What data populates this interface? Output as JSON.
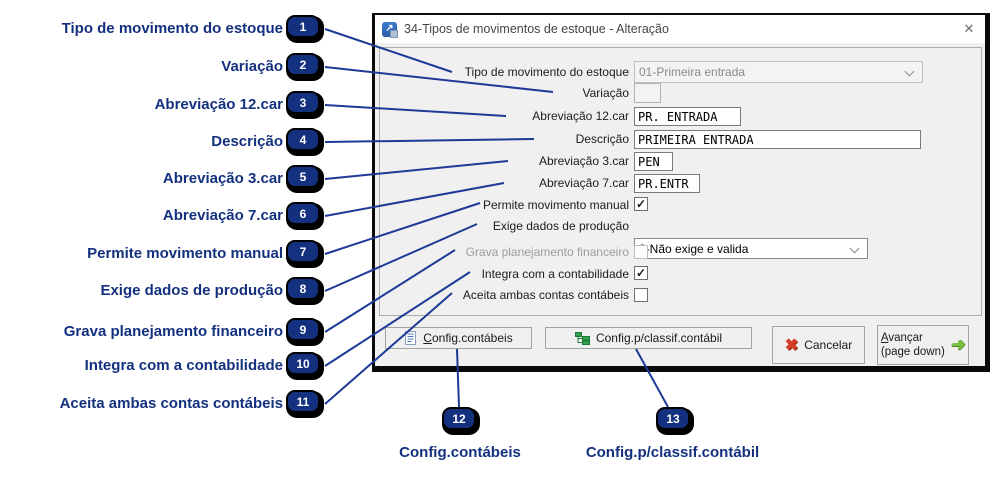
{
  "window": {
    "title": "34-Tipos de movimentos de estoque - Alteração",
    "icons": {
      "close": "✕",
      "titlebar_arrow": "↗"
    }
  },
  "form": {
    "rows": {
      "tipo": {
        "label": "Tipo de movimento do estoque",
        "value": "01-Primeira entrada"
      },
      "variacao": {
        "label": "Variação",
        "value": ""
      },
      "abrev12": {
        "label": "Abreviação 12.car",
        "value": "PR. ENTRADA"
      },
      "descricao": {
        "label": "Descrição",
        "value": "PRIMEIRA ENTRADA"
      },
      "abrev3": {
        "label": "Abreviação 3.car",
        "value": "PEN"
      },
      "abrev7": {
        "label": "Abreviação 7.car",
        "value": "PR.ENTR"
      },
      "permite": {
        "label": "Permite movimento manual",
        "check": "✓"
      },
      "exige": {
        "label": "Exige dados de produção",
        "value": "2-Não exige e valida"
      },
      "grava": {
        "label": "Grava planejamento financeiro",
        "check": ""
      },
      "integra": {
        "label": "Integra com a contabilidade",
        "check": "✓"
      },
      "aceita": {
        "label": "Aceita ambas contas contábeis",
        "check": ""
      }
    }
  },
  "buttons": {
    "config1": {
      "mnemonic": "C",
      "rest": "onfig.contábeis"
    },
    "config2": {
      "prefix": "Confi",
      "mnemonic": "g",
      "rest": ".p/classif.contábil"
    },
    "cancel": {
      "icon": "✖",
      "label": "Cancelar"
    },
    "forward": {
      "mnemonic": "A",
      "rest": "vançar",
      "line2": "(page down)",
      "icon": "➜"
    }
  },
  "callouts": {
    "accent_color": "#14317f",
    "items": [
      {
        "num": "1",
        "label": "Tipo de movimento do estoque"
      },
      {
        "num": "2",
        "label": "Variação"
      },
      {
        "num": "3",
        "label": "Abreviação 12.car"
      },
      {
        "num": "4",
        "label": "Descrição"
      },
      {
        "num": "5",
        "label": "Abreviação 3.car"
      },
      {
        "num": "6",
        "label": "Abreviação 7.car"
      },
      {
        "num": "7",
        "label": "Permite movimento manual"
      },
      {
        "num": "8",
        "label": "Exige dados de produção"
      },
      {
        "num": "9",
        "label": "Grava planejamento financeiro"
      },
      {
        "num": "10",
        "label": "Integra com a contabilidade"
      },
      {
        "num": "11",
        "label": "Aceita ambas contas contábeis"
      }
    ],
    "bottom_items": [
      {
        "num": "12",
        "label": "Config.contábeis"
      },
      {
        "num": "13",
        "label": "Config.p/classif.contábil"
      }
    ]
  }
}
